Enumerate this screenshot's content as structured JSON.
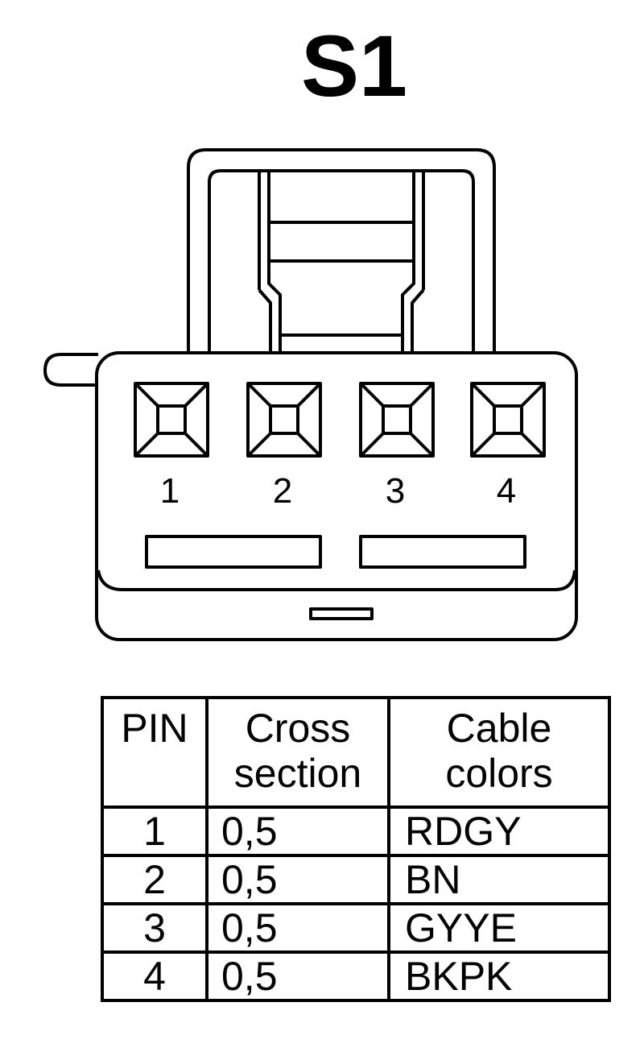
{
  "title": "S1",
  "connector": {
    "pin_labels": [
      "1",
      "2",
      "3",
      "4"
    ]
  },
  "table": {
    "headers": {
      "pin": "PIN",
      "cross_section_line1": "Cross",
      "cross_section_line2": "section",
      "cable_colors_line1": "Cable",
      "cable_colors_line2": "colors"
    },
    "rows": [
      {
        "pin": "1",
        "cross_section": "0,5",
        "cable_colors": "RDGY"
      },
      {
        "pin": "2",
        "cross_section": "0,5",
        "cable_colors": "BN"
      },
      {
        "pin": "3",
        "cross_section": "0,5",
        "cable_colors": "GYYE"
      },
      {
        "pin": "4",
        "cross_section": "0,5",
        "cable_colors": "BKPK"
      }
    ]
  }
}
